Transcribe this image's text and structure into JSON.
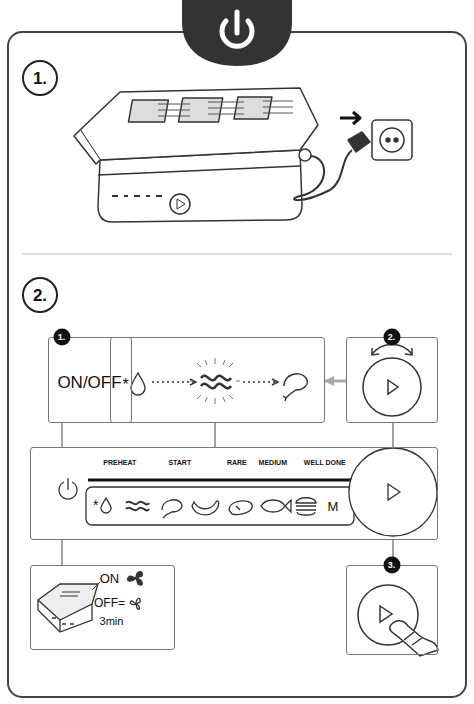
{
  "diagram": {
    "nodes": [
      {
        "text": [
          "1."
        ]
      },
      {
        "text": [
          "2."
        ]
      },
      {
        "text": [
          "1.",
          "ON/OFF"
        ]
      },
      {
        "text": [
          "*"
        ]
      },
      {
        "text": [
          "2."
        ]
      },
      {
        "text": [
          "PREHEAT",
          "START",
          "RARE",
          "MEDIUM",
          "WELL DONE",
          "*",
          "M"
        ]
      },
      {
        "text": [
          "ON",
          "OFF=",
          "3min"
        ]
      },
      {
        "text": [
          "3."
        ]
      }
    ],
    "edges": [
      {
        "from": 4,
        "to": 3,
        "arrow": "to"
      },
      {
        "from": 2,
        "to": 5,
        "arrow": "none"
      },
      {
        "from": 5,
        "to": 6,
        "arrow": "none"
      },
      {
        "from": 3,
        "to": 5,
        "arrow": "none"
      },
      {
        "from": 4,
        "to": 5,
        "arrow": "none"
      },
      {
        "from": 5,
        "to": 7,
        "arrow": "none"
      }
    ]
  }
}
